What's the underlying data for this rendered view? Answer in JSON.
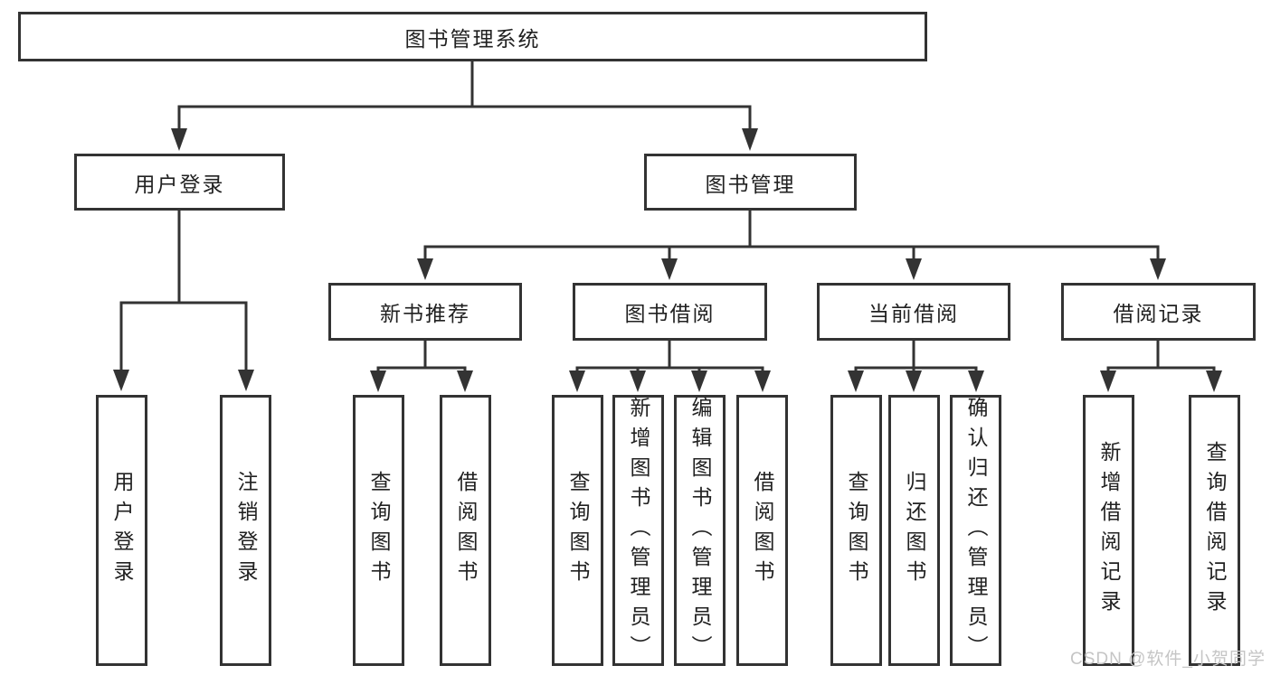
{
  "diagram": {
    "root": "图书管理系统",
    "level2": [
      "用户登录",
      "图书管理"
    ],
    "level3": [
      "新书推荐",
      "图书借阅",
      "当前借阅",
      "借阅记录"
    ],
    "leaf_groups": [
      {
        "items": [
          "用户登录",
          "注销登录"
        ]
      },
      {
        "items": [
          "查询图书",
          "借阅图书"
        ]
      },
      {
        "items": [
          "查询图书",
          "新增图书（管理员）",
          "编辑图书（管理员）",
          "借阅图书"
        ]
      },
      {
        "items": [
          "查询图书",
          "归还图书",
          "确认归还（管理员）"
        ]
      },
      {
        "items": [
          "新增借阅记录",
          "查询借阅记录"
        ]
      }
    ]
  },
  "watermark": "CSDN @软件_小贺同学",
  "colors": {
    "line": "#333333",
    "text": "#212121",
    "watermark": "#c5c5c5",
    "background": "#ffffff"
  }
}
